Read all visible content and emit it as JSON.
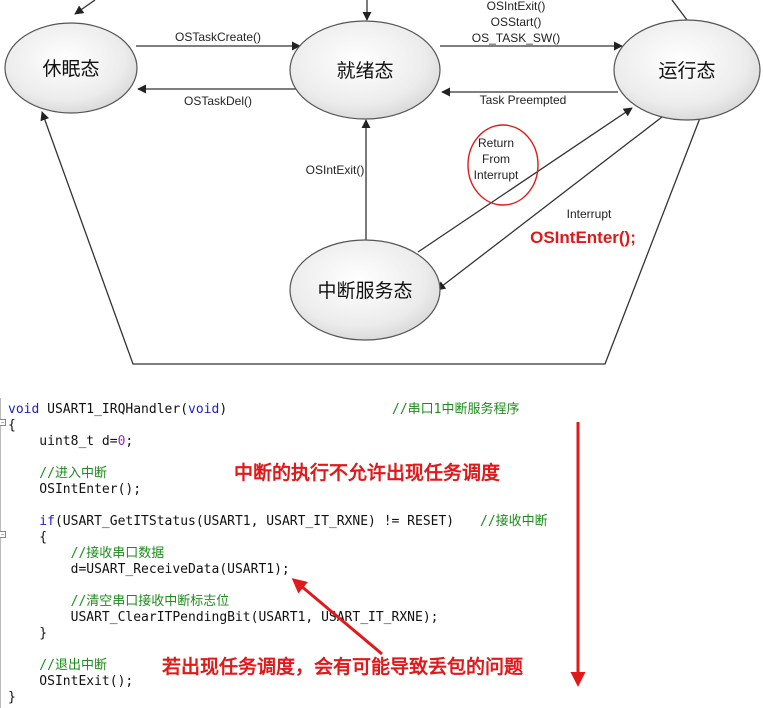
{
  "diagram": {
    "states": {
      "sleep": "休眠态",
      "ready": "就绪态",
      "running": "运行态",
      "isr": "中断服务态"
    },
    "edges": {
      "create": "OSTaskCreate()",
      "del": "OSTaskDel()",
      "to_running_1": "OSIntExit()",
      "to_running_2": "OSStart()",
      "to_running_3": "OS_TASK_SW()",
      "preempt": "Task Preempted",
      "isr_exit": "OSIntExit()",
      "return_1": "Return",
      "return_2": "From",
      "return_3": "Interrupt",
      "interrupt": "Interrupt",
      "int_enter": "OSIntEnter();"
    }
  },
  "code": {
    "l1_kw": "void",
    "l1_fn": " USART1_IRQHandler(",
    "l1_kw2": "void",
    "l1_end": ")",
    "l1_cm": "//串口1中断服务程序",
    "l2": "{",
    "l3_a": "    uint8_t d=",
    "l3_num": "0",
    "l3_b": ";",
    "l4_cm": "    //进入中断",
    "l5": "    OSIntEnter();",
    "l6_kw": "    if",
    "l6_rest": "(USART_GetITStatus(USART1, USART_IT_RXNE) != RESET)",
    "l6_cm": "//接收中断",
    "l7": "    {",
    "l8_cm": "        //接收串口数据",
    "l9": "        d=USART_ReceiveData(USART1);",
    "l10_cm": "        //清空串口接收中断标志位",
    "l11": "        USART_ClearITPendingBit(USART1, USART_IT_RXNE);",
    "l12": "    }",
    "l13_cm": "    //退出中断",
    "l14": "    OSIntExit();",
    "l15": "}"
  },
  "notes": {
    "top": "中断的执行不允许出现任务调度",
    "bottom": "若出现任务调度，会有可能导致丢包的问题"
  },
  "colors": {
    "highlight": "#e0191a",
    "keyword": "#1d1dc8",
    "comment": "#1c8c1c"
  }
}
